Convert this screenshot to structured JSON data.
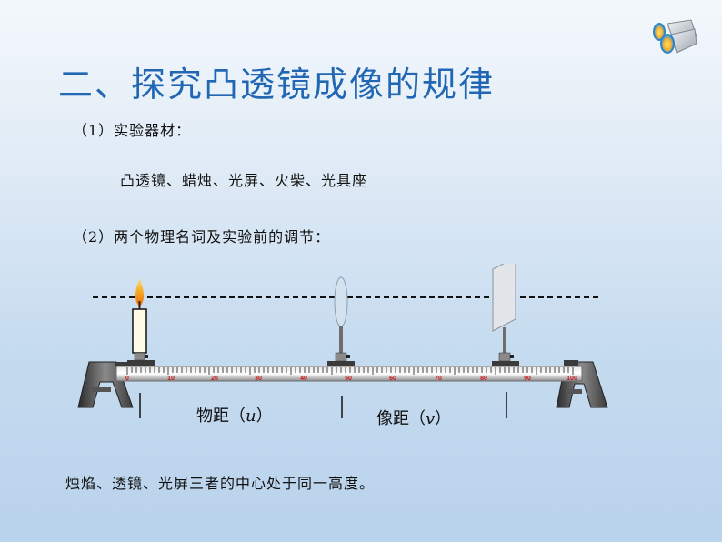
{
  "slide": {
    "title": "二、探究凸透镜成像的规律",
    "icon": "binoculars-icon",
    "section1": {
      "label": "（1）实验器材：",
      "materials": "凸透镜、蜡烛、光屏、火柴、光具座"
    },
    "section2": {
      "label": "（2）两个物理名词及实验前的调节："
    },
    "diagram": {
      "ruler_ticks": [
        "0",
        "10",
        "20",
        "30",
        "40",
        "50",
        "60",
        "70",
        "80",
        "90",
        "100"
      ],
      "object_distance_label": "物距（",
      "object_distance_symbol": "u",
      "image_distance_label": "像距（",
      "image_distance_symbol": "v",
      "close_paren": "）",
      "items": [
        "candle",
        "convex-lens",
        "light-screen"
      ]
    },
    "conclusion": "烛焰、透镜、光屏三者的中心处于同一高度。"
  },
  "colors": {
    "title": "#2167b4",
    "tick_label": "#c81818",
    "flame": "#f5a623"
  }
}
